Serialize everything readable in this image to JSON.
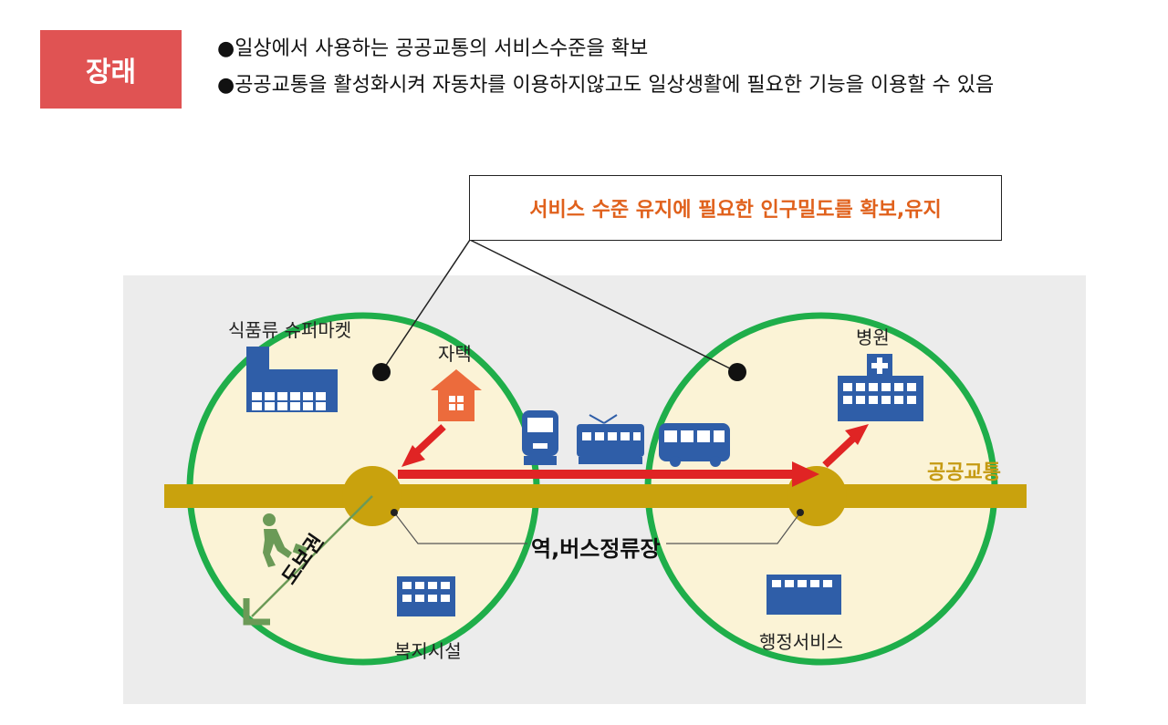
{
  "header": {
    "tag": "장래",
    "bullets": [
      "●일상에서 사용하는 공공교통의 서비스수준을 확보",
      "●공공교통을 활성화시켜 자동차를 이용하지않고도 일상생활에 필요한 기능을 이용할 수 있음"
    ]
  },
  "callout": "서비스 수준 유지에 필요한 인구밀도를 확보,유지",
  "labels": {
    "supermarket": "식품류 슈퍼마켓",
    "home": "자택",
    "hospital": "병원",
    "public_transport": "공공교통",
    "stop": "역,버스정류장",
    "walk_zone": "도보권",
    "welfare": "복지시설",
    "admin": "행정서비스"
  },
  "colors": {
    "tag_bg": "#e05353",
    "callout_text": "#e0611c",
    "circle_border": "#1fae4a",
    "circle_fill": "#fbf3d6",
    "transit_band": "#c9a20d",
    "arrow": "#e02424",
    "building": "#2f5ea8",
    "home_icon": "#ec6b3c",
    "walker": "#6b9a57"
  },
  "icons": [
    "supermarket-icon",
    "house-icon",
    "hospital-icon",
    "train-front-icon",
    "train-side-icon",
    "bus-icon",
    "walker-icon",
    "welfare-building-icon",
    "admin-building-icon"
  ]
}
